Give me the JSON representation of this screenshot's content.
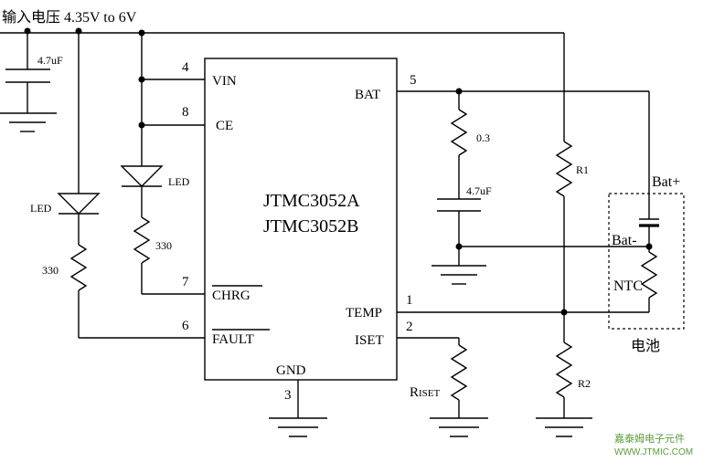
{
  "title": "输入电压  4.35V to 6V",
  "chip": {
    "line1": "JTMC3052A",
    "line2": "JTMC3052B"
  },
  "pins": {
    "vin": {
      "num": "4",
      "name": "VIN"
    },
    "ce": {
      "num": "8",
      "name": "CE"
    },
    "chrg": {
      "num": "7",
      "name": "CHRG"
    },
    "fault": {
      "num": "6",
      "name": "FAULT"
    },
    "bat": {
      "num": "5",
      "name": "BAT"
    },
    "temp": {
      "num": "1",
      "name": "TEMP"
    },
    "iset": {
      "num": "2",
      "name": "ISET"
    },
    "gnd": {
      "num": "3",
      "name": "GND"
    }
  },
  "components": {
    "cin": "4.7uF",
    "cout": "4.7uF",
    "rsense": "0.3",
    "led1": "LED",
    "led2": "LED",
    "r_led1": "330",
    "r_led2": "330",
    "r1": "R1",
    "r2": "R2",
    "riset_main": "R",
    "riset_sub": "ISET"
  },
  "battery": {
    "plus": "Bat+",
    "minus": "Bat-",
    "ntc": "NTC",
    "label": "电池"
  },
  "watermark": {
    "line1": "嘉泰姆电子元件",
    "line2": "WWW.JTMIC.COM"
  }
}
